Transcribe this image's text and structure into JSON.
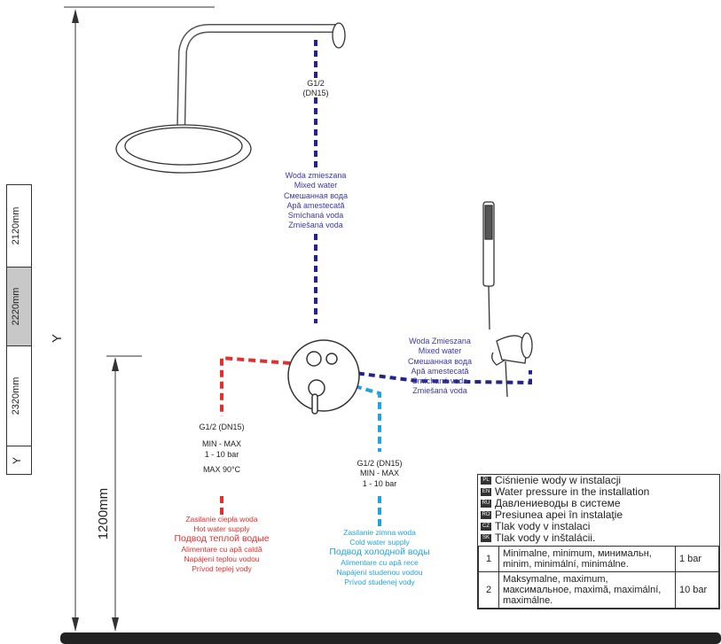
{
  "shower_connection": {
    "line1": "G1/2",
    "line2": "(DN15)"
  },
  "mixed_water_vertical": [
    "Woda zmieszana",
    "Mixed water",
    "Смешанная вода",
    "Apă amestecată",
    "Smíchaná voda",
    "Zmiešaná voda"
  ],
  "mixed_water_right": [
    "Woda Zmieszana",
    "Mixed water",
    "Смешанная вода",
    "Apă amestecată",
    "Smíchaná voda",
    "Zmiešaná voda"
  ],
  "hot_side": {
    "connection": "G1/2 (DN15)",
    "pressure_title": "MIN - MAX",
    "pressure_range": "1 - 10 bar",
    "max_temp": "MAX 90°C",
    "labels": [
      "Zasilanie ciepła woda",
      "Hot water supply",
      "Подвод теплой водые",
      "Alimentare cu apă caldă",
      "Napájení teplou vodou",
      "Prívod teplej vody"
    ]
  },
  "cold_side": {
    "connection": "G1/2 (DN15)",
    "pressure_title": "MIN - MAX",
    "pressure_range": "1 - 10 bar",
    "labels": [
      "Zasilanie zimna woda",
      "Cold water supply",
      "Подвод холодной воды",
      "Alimentare cu apă rece",
      "Napájení studenou vodou",
      "Prívod studenej vody"
    ]
  },
  "dimensions": {
    "total_height_label": "Y",
    "mixer_height_label": "1200mm"
  },
  "side_table": [
    "2120mm",
    "2220mm",
    "2320mm",
    "Y"
  ],
  "legend": {
    "lines": [
      {
        "tag": "PL",
        "text": "Ciśnienie wody w instalacji"
      },
      {
        "tag": "EN",
        "text": "Water pressure in the installation"
      },
      {
        "tag": "RU",
        "text": "Давлениеводы в системе"
      },
      {
        "tag": "RO",
        "text": "Presiunea apei în instalaţie"
      },
      {
        "tag": "CZ",
        "text": "Tlak vody v instalaci"
      },
      {
        "tag": "SK",
        "text": "Tlak vody v inštalácii."
      }
    ],
    "rows": [
      {
        "num": "1",
        "desc": "Minimalne, minimum, минимальн, minim, minimální, minimálne.",
        "value": "1 bar"
      },
      {
        "num": "2",
        "desc": "Maksymalne, maximum, максимальное, maximă, maximální, maximálne.",
        "value": "10 bar"
      }
    ]
  },
  "colors": {
    "hot": "#e03030",
    "cold": "#22a3db",
    "mixed": "#23238a",
    "outline": "#333333"
  }
}
